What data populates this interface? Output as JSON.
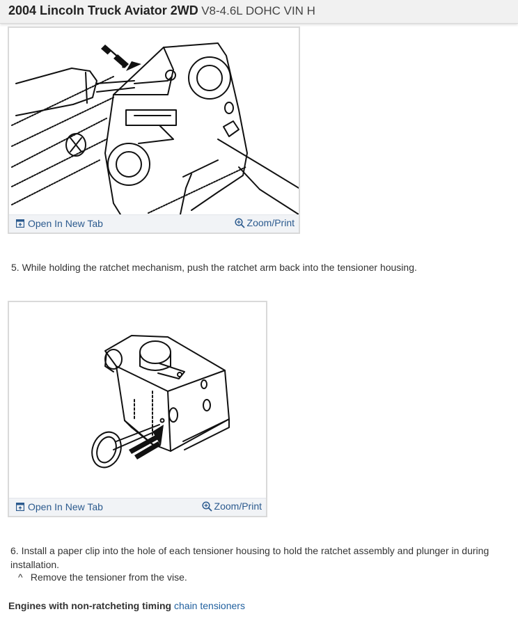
{
  "header": {
    "title": "2004 Lincoln Truck Aviator 2WD",
    "subtitle": "V8-4.6L DOHC VIN H"
  },
  "figures": [
    {
      "open_label": "Open In New Tab",
      "zoom_label": "Zoom/Print"
    },
    {
      "open_label": "Open In New Tab",
      "zoom_label": "Zoom/Print"
    }
  ],
  "steps": {
    "step5": "5. While holding the ratchet mechanism, push the ratchet arm back into the tensioner housing.",
    "step6": "6. Install a paper clip into the hole of each tensioner housing to hold the ratchet assembly and plunger in during installation.",
    "step6_note": "Remove the tensioner from the vise."
  },
  "section": {
    "prefix": "Engines with non-ratcheting timing",
    "link": "chain tensioners"
  },
  "icons": {
    "open": "open-new-tab-icon",
    "zoom": "zoom-icon",
    "bullet": "caret-bullet-icon"
  },
  "colors": {
    "link": "#2b5a8e",
    "toolbar_bg": "#f1f3f6",
    "header_bg": "#f1f1f1"
  }
}
